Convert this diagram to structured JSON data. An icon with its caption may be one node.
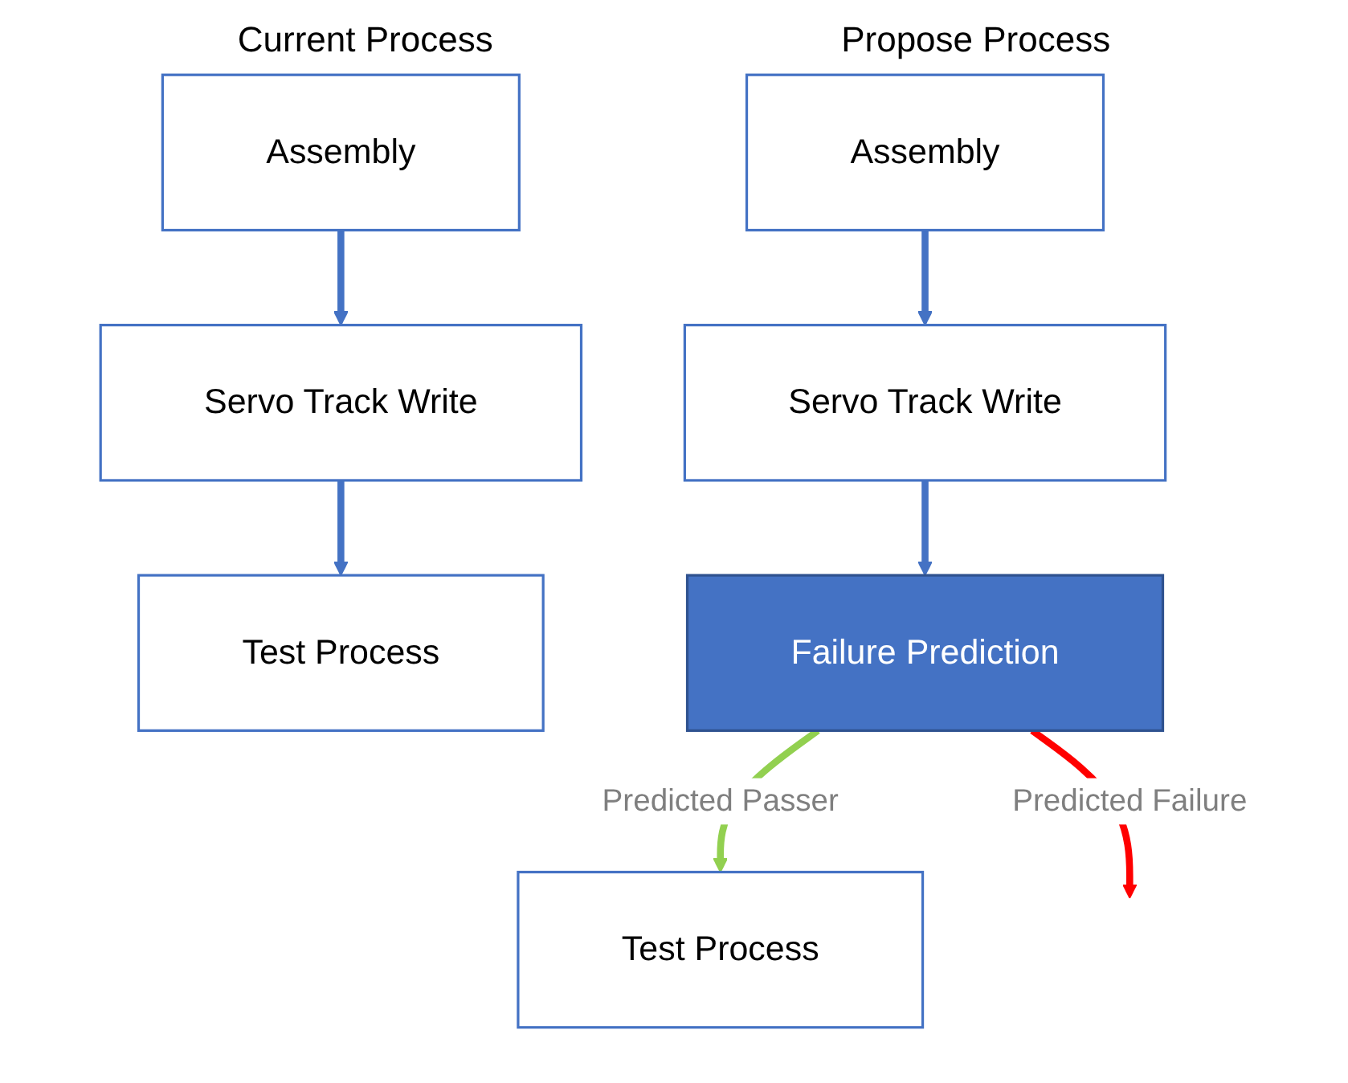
{
  "diagram": {
    "nodes": [
      {
        "text": [
          "Assembly"
        ]
      },
      {
        "text": [
          "Servo Track Write"
        ]
      },
      {
        "text": [
          "Test Process"
        ]
      },
      {
        "text": [
          "Assembly"
        ]
      },
      {
        "text": [
          "Servo Track Write"
        ]
      },
      {
        "text": [
          "Failure Prediction"
        ]
      },
      {
        "text": [
          "Test Process"
        ]
      }
    ],
    "edges": [
      {
        "from": 0,
        "to": 1,
        "arrow": "to"
      },
      {
        "from": 1,
        "to": 2,
        "arrow": "to"
      },
      {
        "from": 3,
        "to": 4,
        "arrow": "to"
      },
      {
        "from": 4,
        "to": 5,
        "arrow": "to"
      },
      {
        "from": 5,
        "to": 6,
        "arrow": "to",
        "label": "Predicted Passer",
        "color": "#92d050"
      },
      {
        "from": 5,
        "to": null,
        "arrow": "to",
        "label": "Predicted Failure",
        "color": "#ff0000"
      }
    ],
    "labels": [
      "Current Process",
      "Propose Process"
    ]
  }
}
